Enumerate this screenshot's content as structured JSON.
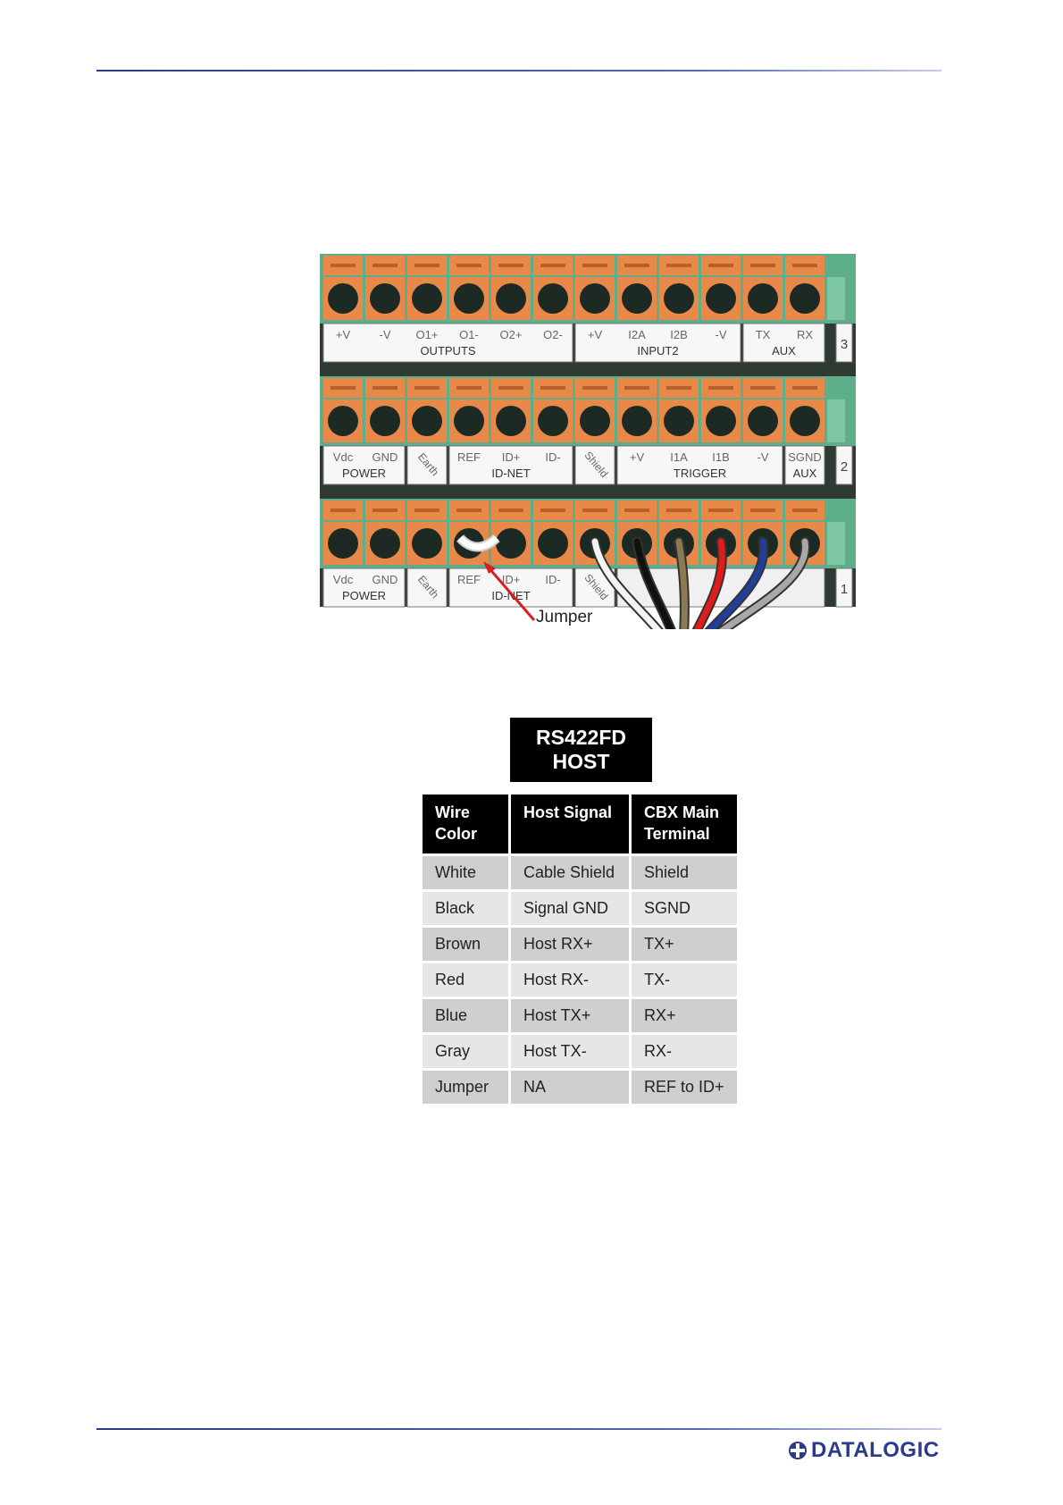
{
  "figure": {
    "rows": [
      {
        "number": "3",
        "groups": [
          {
            "labels": [
              "+V",
              "-V",
              "O1+",
              "O1-",
              "O2+",
              "O2-"
            ],
            "name": "OUTPUTS"
          },
          {
            "labels": [
              "+V",
              "I2A",
              "I2B",
              "-V"
            ],
            "name": "INPUT2"
          },
          {
            "labels": [
              "TX",
              "RX"
            ],
            "name": "AUX"
          }
        ]
      },
      {
        "number": "2",
        "groups": [
          {
            "labels": [
              "Vdc",
              "GND"
            ],
            "name": "POWER"
          },
          {
            "labels": [
              "Earth"
            ],
            "name": ""
          },
          {
            "labels": [
              "REF",
              "ID+",
              "ID-"
            ],
            "name": "ID-NET"
          },
          {
            "labels": [
              "Shield"
            ],
            "name": ""
          },
          {
            "labels": [
              "+V",
              "I1A",
              "I1B",
              "-V"
            ],
            "name": "TRIGGER"
          },
          {
            "labels": [
              "SGND"
            ],
            "name": "AUX"
          }
        ]
      },
      {
        "number": "1",
        "groups": [
          {
            "labels": [
              "Vdc",
              "GND"
            ],
            "name": "POWER"
          },
          {
            "labels": [
              "Earth"
            ],
            "name": ""
          },
          {
            "labels": [
              "REF",
              "ID+",
              "ID-"
            ],
            "name": "ID-NET"
          },
          {
            "labels": [
              "Shield"
            ],
            "name": ""
          }
        ]
      }
    ],
    "jumper_label": "Jumper",
    "host_line1": "RS422FD",
    "host_line2": "HOST",
    "wire_colors": [
      "#f4f4f4",
      "#111111",
      "#8a7b52",
      "#e01b1b",
      "#1f3f9a",
      "#a8a8a8"
    ],
    "terminal_orange": "#e8894a",
    "terminal_green": "#5fae8a"
  },
  "table": {
    "headers": [
      "Wire Color",
      "Host Signal",
      "CBX Main Terminal"
    ],
    "rows": [
      [
        "White",
        "Cable Shield",
        "Shield"
      ],
      [
        "Black",
        "Signal GND",
        "SGND"
      ],
      [
        "Brown",
        "Host RX+",
        "TX+"
      ],
      [
        "Red",
        "Host RX-",
        "TX-"
      ],
      [
        "Blue",
        "Host TX+",
        "RX+"
      ],
      [
        "Gray",
        "Host TX-",
        "RX-"
      ],
      [
        "Jumper",
        "NA",
        "REF to ID+"
      ]
    ]
  },
  "footer": {
    "brand": "DATALOGIC",
    "brand_color": "#2b3a8c"
  }
}
